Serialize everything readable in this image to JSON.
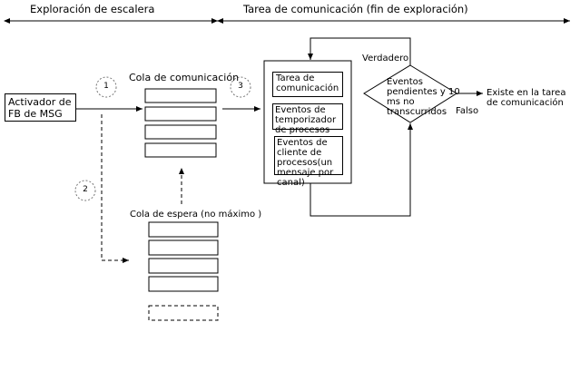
{
  "header": {
    "left": "Exploración de escalera",
    "right": "Tarea de comunicación (fin de exploración)"
  },
  "activator": "Activador de FB de MSG",
  "step_labels": [
    "1",
    "2",
    "3"
  ],
  "comm_queue_label": "Cola de comunicación",
  "wait_queue_label": "Cola de espera (no máximo )",
  "task_items": [
    "Tarea de comunicación",
    "Eventos de temporizador de procesos",
    "Eventos de cliente de procesos(un mensaje por canal)"
  ],
  "decision": "Eventos pendientes y 10 ms no transcurridos",
  "true_label": "Verdadero",
  "false_label": "Falso",
  "exit_label": "Existe en la tarea de comunicación"
}
